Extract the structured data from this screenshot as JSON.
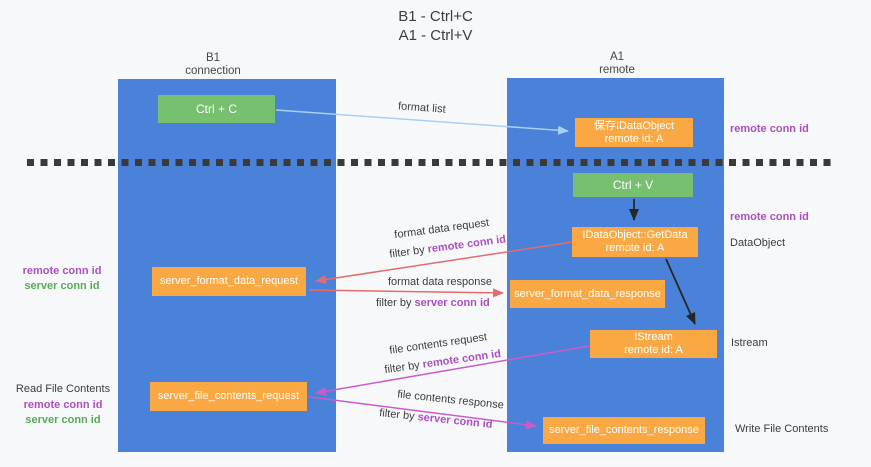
{
  "title": {
    "line1": "B1 - Ctrl+C",
    "line2": "A1 - Ctrl+V"
  },
  "lifelines": {
    "b1": {
      "name": "B1",
      "role": "connection"
    },
    "a1": {
      "name": "A1",
      "role": "remote"
    }
  },
  "boxes": {
    "ctrl_c": "Ctrl + C",
    "ctrl_v": "Ctrl + V",
    "save_dataobject": {
      "line1": "保存IDataObject",
      "line2": "remote id: A"
    },
    "getdata": {
      "line1": "IDataObject::GetData",
      "line2": "remote id: A"
    },
    "istream": {
      "line1": "IStream",
      "line2": "remote id: A"
    },
    "server_format_data_request": "server_format_data_request",
    "server_format_data_response": "server_format_data_response",
    "server_file_contents_request": "server_file_contents_request",
    "server_file_contents_response": "server_file_contents_response"
  },
  "arrow_labels": {
    "format_list": "format list",
    "format_data_request": "format data request",
    "format_data_response": "format data response",
    "file_contents_request": "file contents request",
    "file_contents_response": "file contents response",
    "filter_by": "filter by",
    "remote_conn_id": "remote conn id",
    "server_conn_id": "server conn id"
  },
  "side_labels": {
    "remote_conn_id": "remote conn id",
    "server_conn_id": "server conn id",
    "dataobject": "DataObject",
    "istream": "Istream",
    "read_file_contents": "Read File Contents",
    "write_file_contents": "Write File Contents"
  },
  "colors": {
    "lifeline_blue": "#4b82d9",
    "box_green": "#76c06f",
    "box_orange": "#f9a843",
    "purple_text": "#ab4fc3",
    "green_text": "#57ab57",
    "arrow_red": "#e36c6c",
    "arrow_magenta": "#c95cc9",
    "arrow_lightblue": "#a9d0f2",
    "arrow_black": "#262626",
    "background": "#f7f8fa"
  }
}
